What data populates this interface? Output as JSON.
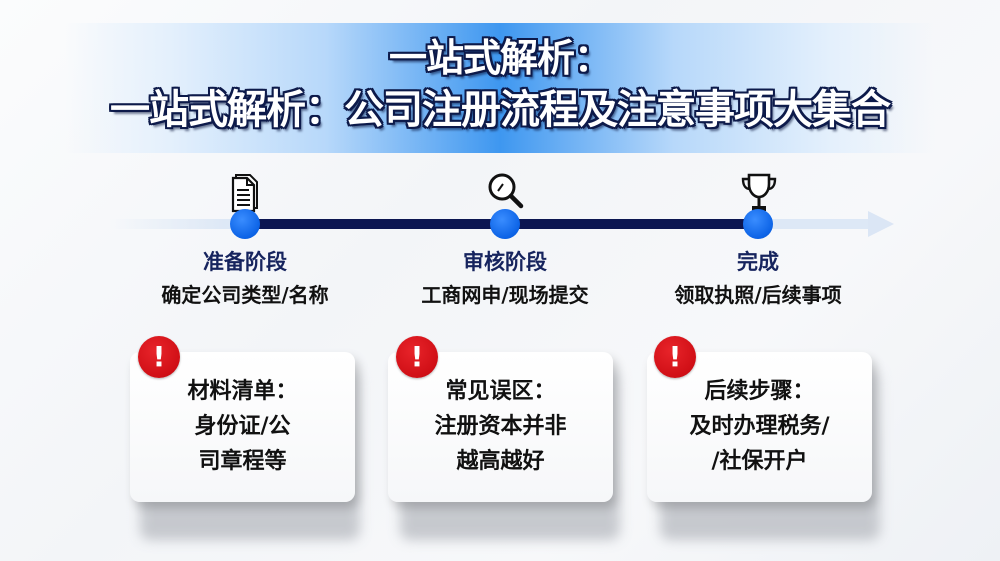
{
  "header": {
    "title_line1": "一站式解析：",
    "title_line2": "一站式解析：公司注册流程及注意事项大集合"
  },
  "timeline": {
    "colors": {
      "track": "#0c1651",
      "node": "#0c63e6",
      "fade": "#dde8f6"
    },
    "stages": [
      {
        "icon": "document-icon",
        "title": "准备阶段",
        "subtitle": "确定公司类型/名称"
      },
      {
        "icon": "magnifier-icon",
        "title": "审核阶段",
        "subtitle": "工商网申/现场提交"
      },
      {
        "icon": "trophy-icon",
        "title": "完成",
        "subtitle": "领取执照/后续事项"
      }
    ]
  },
  "cards": [
    {
      "icon": "alert-icon",
      "badge": "!",
      "lines": [
        "材料清单：",
        "身份证/公",
        "司章程等"
      ]
    },
    {
      "icon": "alert-icon",
      "badge": "!",
      "lines": [
        "常见误区：",
        "注册资本并非",
        "越高越好"
      ]
    },
    {
      "icon": "alert-icon",
      "badge": "!",
      "lines": [
        "后续步骤：",
        "及时办理税务/",
        "/社保开户"
      ]
    }
  ],
  "colors": {
    "alert": "#d00f16",
    "title_outline": "#0d1a4a",
    "banner_center": "#3e97f0"
  }
}
